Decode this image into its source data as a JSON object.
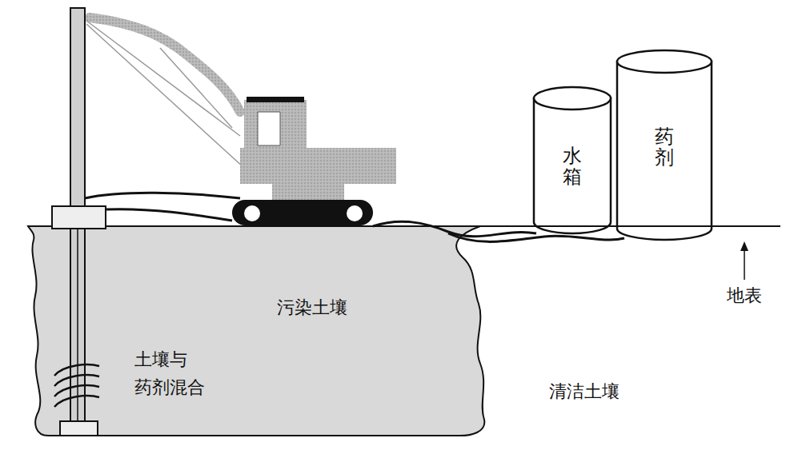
{
  "diagram": {
    "nodes": [
      {
        "text": [
          "污染土壤"
        ]
      },
      {
        "text": [
          "水箱"
        ]
      },
      {
        "text": [
          "药剂"
        ]
      }
    ],
    "labels": [
      "土壤与 药剂混合",
      "清洁土壤",
      "地表"
    ]
  }
}
